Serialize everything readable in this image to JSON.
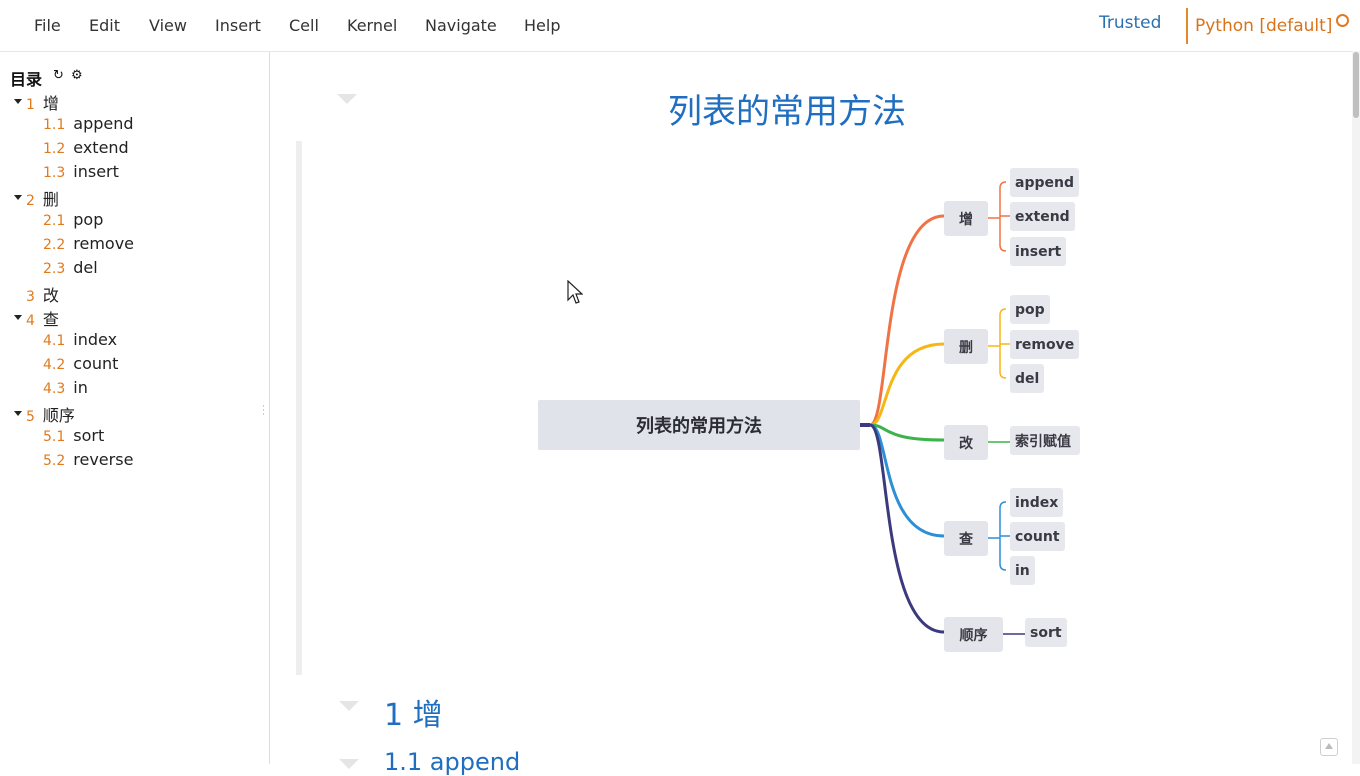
{
  "menu": [
    "File",
    "Edit",
    "View",
    "Insert",
    "Cell",
    "Kernel",
    "Navigate",
    "Help"
  ],
  "status": {
    "trusted": "Trusted",
    "kernel": "Python [default]"
  },
  "toc": {
    "title": "目录",
    "items": [
      {
        "num": "1",
        "label": "增",
        "level": 1,
        "collapsible": true
      },
      {
        "num": "1.1",
        "label": "append",
        "level": 2
      },
      {
        "num": "1.2",
        "label": "extend",
        "level": 2
      },
      {
        "num": "1.3",
        "label": "insert",
        "level": 2
      },
      {
        "num": "2",
        "label": "删",
        "level": 1,
        "collapsible": true
      },
      {
        "num": "2.1",
        "label": "pop",
        "level": 2
      },
      {
        "num": "2.2",
        "label": "remove",
        "level": 2
      },
      {
        "num": "2.3",
        "label": "del",
        "level": 2
      },
      {
        "num": "3",
        "label": "改",
        "level": 1,
        "collapsible": false
      },
      {
        "num": "4",
        "label": "查",
        "level": 1,
        "collapsible": true
      },
      {
        "num": "4.1",
        "label": "index",
        "level": 2
      },
      {
        "num": "4.2",
        "label": "count",
        "level": 2
      },
      {
        "num": "4.3",
        "label": "in",
        "level": 2
      },
      {
        "num": "5",
        "label": "顺序",
        "level": 1,
        "collapsible": true
      },
      {
        "num": "5.1",
        "label": "sort",
        "level": 2
      },
      {
        "num": "5.2",
        "label": "reverse",
        "level": 2
      }
    ]
  },
  "notebook": {
    "title": "列表的常用方法",
    "heading1": "1  增",
    "heading2": "1.1  append"
  },
  "mindmap": {
    "root": "列表的常用方法",
    "branches": [
      {
        "label": "增",
        "color": "#f07345",
        "children": [
          "append",
          "extend",
          "insert"
        ]
      },
      {
        "label": "删",
        "color": "#f7b614",
        "children": [
          "pop",
          "remove",
          "del"
        ]
      },
      {
        "label": "改",
        "color": "#3db34a",
        "children": [
          "索引赋值"
        ]
      },
      {
        "label": "查",
        "color": "#2d8fd5",
        "children": [
          "index",
          "count",
          "in"
        ]
      },
      {
        "label": "顺序",
        "color": "#3c3a7e",
        "children": [
          "sort"
        ]
      }
    ]
  },
  "colors": {
    "accent_blue": "#1f6ec0",
    "toc_number_orange": "#e07a1f",
    "kernel_orange": "#d9731a"
  }
}
